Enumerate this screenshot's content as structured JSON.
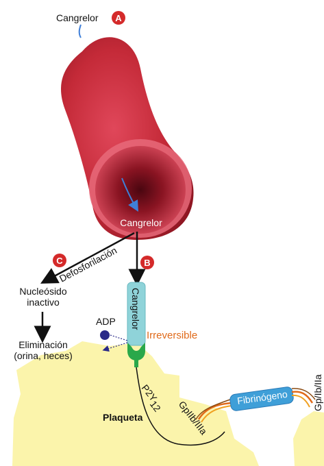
{
  "labels": {
    "cangrelor_top": "Cangrelor",
    "cangrelor_inner": "Cangrelor",
    "defosforilacion": "Defosforilación",
    "nucleosido_line1": "Nucleósido",
    "nucleosido_line2": "inactivo",
    "eliminacion_line1": "Eliminación",
    "eliminacion_line2": "(orina, heces)",
    "adp": "ADP",
    "cangrelor_receptor": "Cangrelor",
    "irreversible": "Irreversible",
    "p2y": "P2Y",
    "p2y_sub": "12",
    "gpiib": "GpIIb/IIIa",
    "fibrinogeno": "Fibrinógeno",
    "gpib": "Gp/Ib/IIa",
    "plaqueta": "Plaqueta"
  },
  "badges": {
    "a": "A",
    "b": "B",
    "c": "C"
  },
  "colors": {
    "vessel_dark": "#8e1622",
    "vessel_mid": "#c42a38",
    "vessel_light": "#e0475a",
    "badge_red": "#d42a2a",
    "cangrelor_block": "#8fd3d9",
    "receptor_green": "#2aa84a",
    "fibrinogen_blue": "#3f9fd8",
    "platelet_yellow": "#fbf3a6",
    "irreversible_orange": "#e06a1a",
    "adp_navy": "#2a2a88"
  }
}
